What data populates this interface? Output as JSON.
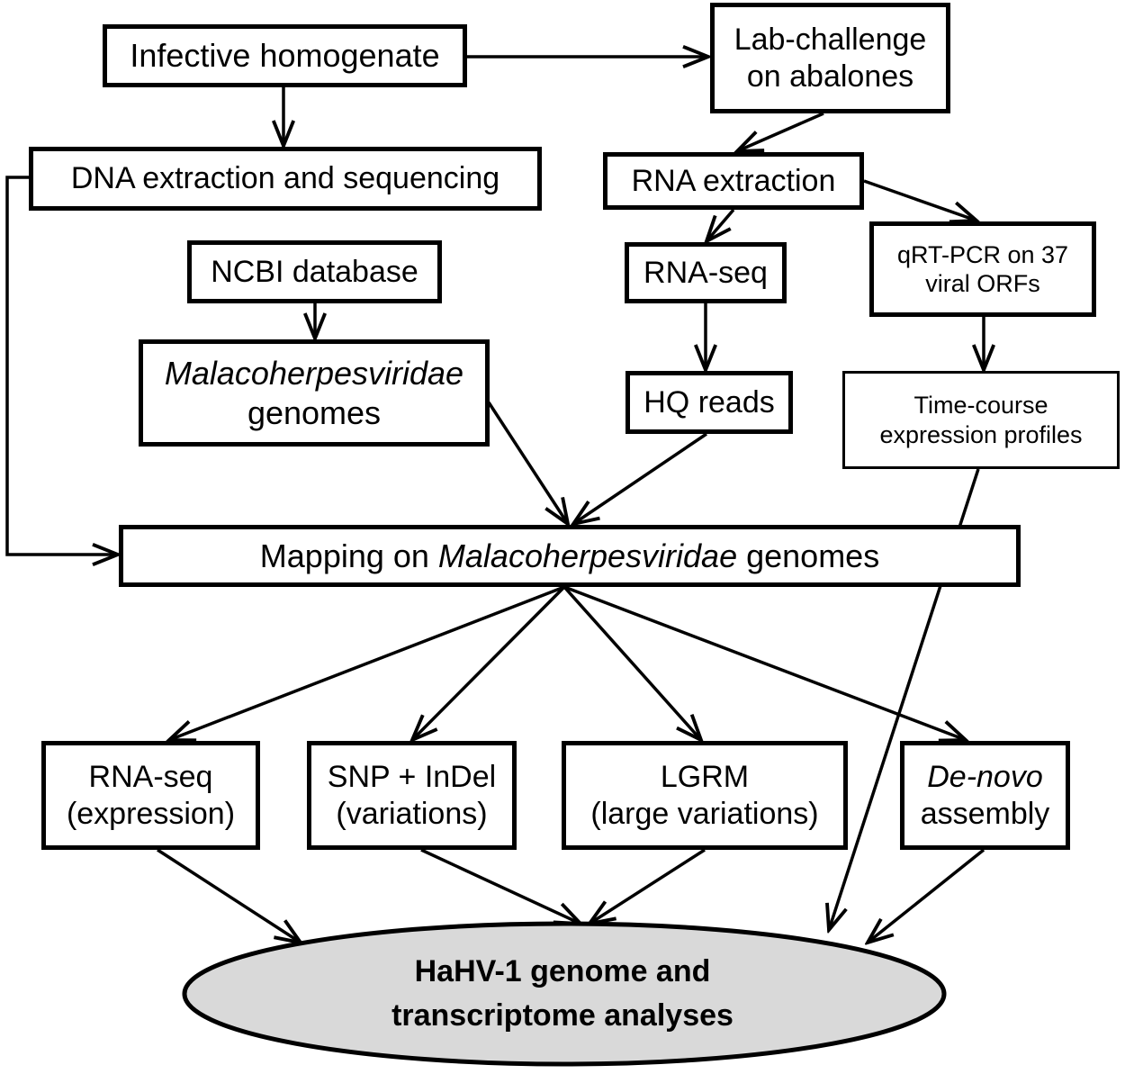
{
  "nodes": {
    "infective": {
      "line1": "Infective homogenate"
    },
    "lab_challenge": {
      "line1": "Lab-challenge",
      "line2": "on abalones"
    },
    "dna": {
      "line1": "DNA extraction and sequencing"
    },
    "rna_extraction": {
      "line1": "RNA extraction"
    },
    "ncbi": {
      "line1": "NCBI database"
    },
    "rna_seq_top": {
      "line1": "RNA-seq"
    },
    "qrtpcr": {
      "line1": "qRT-PCR on 37",
      "line2": "viral ORFs"
    },
    "malaco_genomes": {
      "line1_italic": "Malacoherpesviridae",
      "line2": "genomes"
    },
    "hq_reads": {
      "line1": "HQ reads"
    },
    "time_course": {
      "line1": "Time-course",
      "line2": "expression profiles"
    },
    "mapping": {
      "prefix": "Mapping on ",
      "italic": "Malacoherpesviridae",
      "suffix": " genomes"
    },
    "rnaseq_expr": {
      "line1": "RNA-seq",
      "line2": "(expression)"
    },
    "snp": {
      "line1": "SNP + InDel",
      "line2": "(variations)"
    },
    "lgrm": {
      "line1": "LGRM",
      "line2": "(large variations)"
    },
    "denovo": {
      "line1_italic": "De-novo",
      "line2": "assembly"
    },
    "final": {
      "line1": "HaHV-1 genome and",
      "line2": "transcriptome analyses"
    }
  },
  "colors": {
    "stroke": "#000000",
    "box_fill": "#ffffff",
    "ellipse_fill": "#d9d9d9"
  }
}
